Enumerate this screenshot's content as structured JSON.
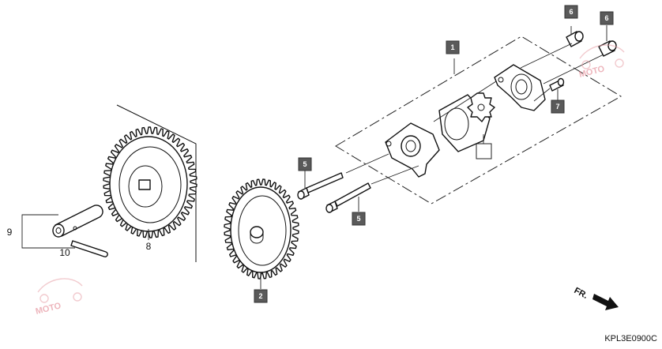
{
  "diagram": {
    "drawing_code": "KPL3E0900C",
    "direction_label": "FR.",
    "watermark_text": "MOTO",
    "callouts": {
      "c1": "1",
      "c2": "2",
      "c5a": "5",
      "c5b": "5",
      "c6a": "6",
      "c6b": "6",
      "c7": "7",
      "c8": "8",
      "c9": "9",
      "c10": "10",
      "c_empty": ""
    },
    "colors": {
      "callout_fill": "#5a5a5a",
      "line": "#111111",
      "watermark": "#e07a86"
    }
  }
}
